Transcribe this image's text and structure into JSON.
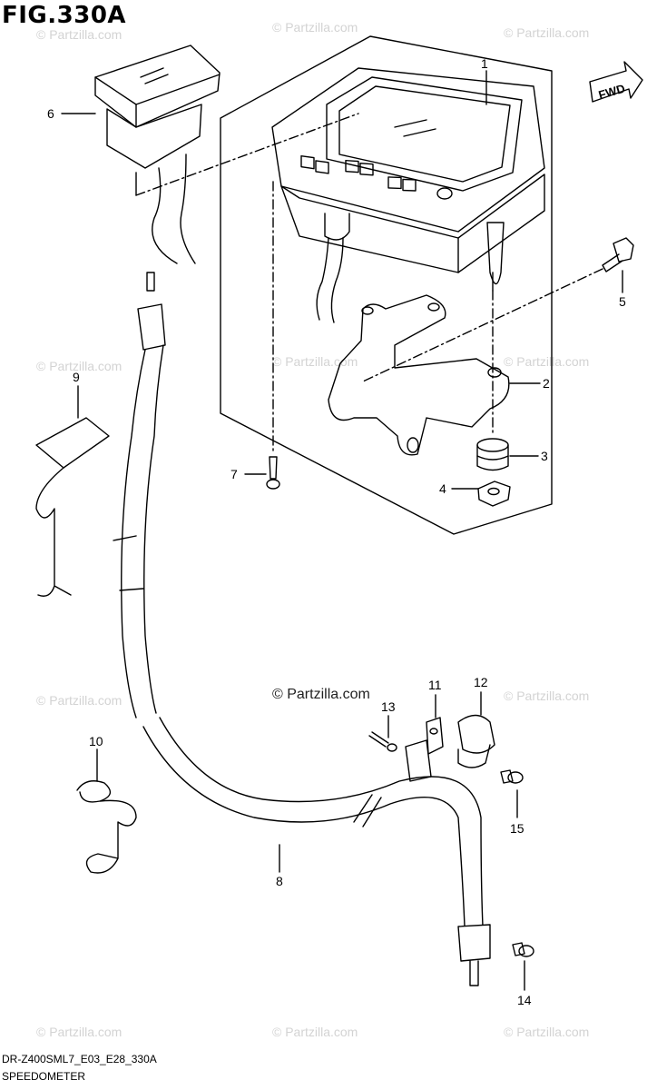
{
  "figure": {
    "title": "FIG.330A",
    "model_code": "DR-Z400SML7_E03_E28_330A",
    "caption": "SPEEDOMETER",
    "fwd_label": "FWD",
    "watermark": "© Partzilla.com",
    "watermark_main": "© Partzilla.com"
  },
  "callouts": [
    "1",
    "2",
    "3",
    "4",
    "5",
    "6",
    "7",
    "8",
    "9",
    "10",
    "11",
    "12",
    "13",
    "14",
    "15"
  ]
}
